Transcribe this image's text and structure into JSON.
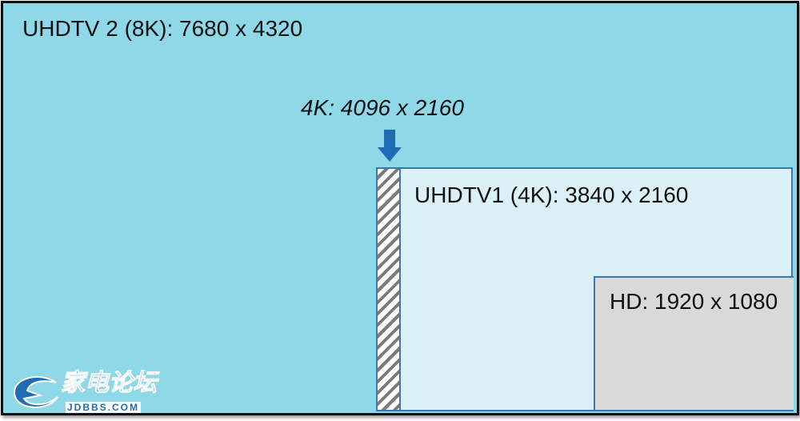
{
  "labels": {
    "uhdtv2": "UHDTV 2 (8K): 7680 x 4320",
    "dci4k": "4K: 4096 x 2160",
    "uhdtv1": "UHDTV1 (4K): 3840 x 2160",
    "hd": "HD: 1920 x 1080"
  },
  "watermark": {
    "cn": "家电论坛",
    "site": "JDBBS.COM"
  },
  "colors": {
    "uhdtv2_fill": "#8fd8e7",
    "uhdtv1_fill": "#dcf1f7",
    "hd_fill": "#d9d9d9",
    "border_blue": "#3a78b5",
    "arrow": "#1f6bb5"
  }
}
